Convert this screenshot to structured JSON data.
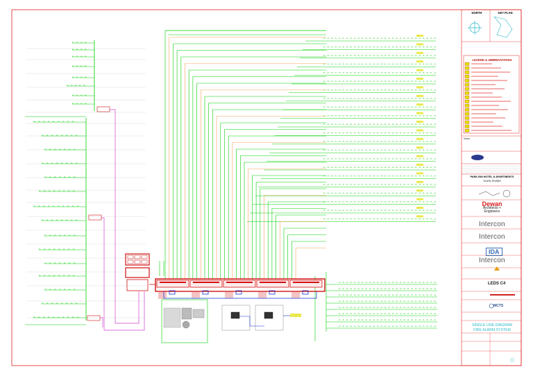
{
  "drawing": {
    "north_label": "NORTH",
    "keyplan_label": "KEY PLAN",
    "legend_title": "LEGEND & ABBREVIATIONS",
    "legend_items": [
      "",
      "",
      "",
      "",
      "",
      "",
      "",
      "",
      "",
      "",
      "",
      "",
      "",
      "",
      "",
      "",
      ""
    ],
    "notes_label": "Notes",
    "project_title": "PARK INN HOTEL & APARTMENTS",
    "project_location": "OLAYA, RIYADH",
    "logos": {
      "dewan": "Dewan",
      "dewan_sub1": "Architects +",
      "dewan_sub2": "Engineers",
      "intercon_1": "Intercon",
      "intercon_2": "Intercon",
      "intercon_3": "Intercon",
      "ida": "IDA",
      "leds": "LEDS C4",
      "mcts": "MCTS"
    },
    "sheet_title_1": "SINGLE LINE DIAGRAM",
    "sheet_title_2": "FIRE ALARM SYSTEM"
  },
  "colors": {
    "border": "#e02020",
    "green": "#00d000",
    "orange": "#f5a45a",
    "magenta": "#d040d0",
    "panel_red": "#d01010",
    "blue": "#1030d0",
    "yellow": "#e0e000"
  }
}
